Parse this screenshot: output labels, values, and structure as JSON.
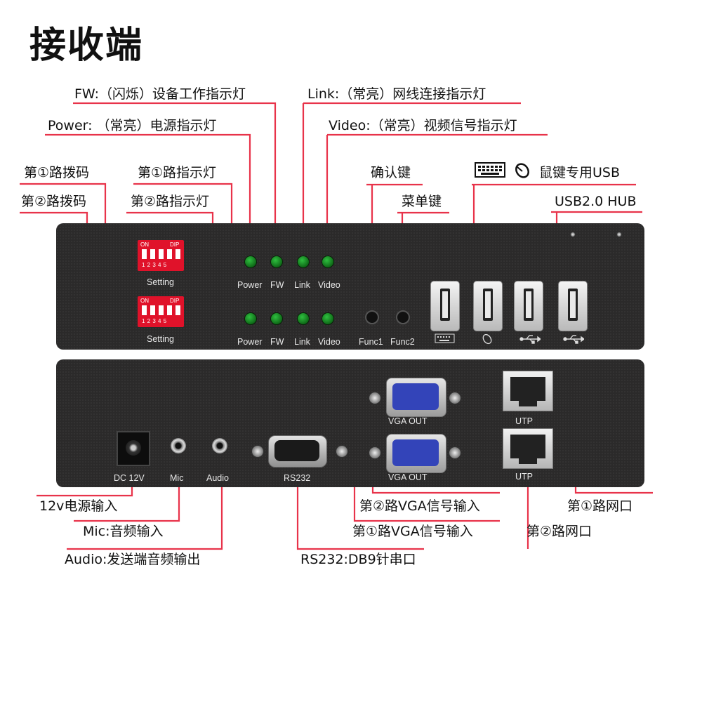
{
  "title": "接收端",
  "top_labels": {
    "fw": "FW:（闪烁）设备工作指示灯",
    "link": "Link:（常亮）网线连接指示灯",
    "power": "Power: （常亮）电源指示灯",
    "video": "Video:（常亮）视频信号指示灯",
    "dip1": "第①路拨码",
    "dip2": "第②路拨码",
    "led1": "第①路指示灯",
    "led2": "第②路指示灯",
    "confirm": "确认键",
    "menu": "菜单键",
    "kbms_usb": "鼠键专用USB",
    "hub": "USB2.0 HUB"
  },
  "front_panel": {
    "dip_on": "ON",
    "dip_dip": "DIP",
    "dip_numbers": "1 2 3 4 5",
    "setting": "Setting",
    "led_power": "Power",
    "led_fw": "FW",
    "led_link": "Link",
    "led_video": "Video",
    "func1": "Func1",
    "func2": "Func2"
  },
  "rear_panel": {
    "dc": "DC 12V",
    "mic": "Mic",
    "audio": "Audio",
    "rs232": "RS232",
    "vga_out": "VGA OUT",
    "utp": "UTP"
  },
  "bottom_labels": {
    "power_in": "12v电源输入",
    "mic_in": "Mic:音频输入",
    "audio_out": "Audio:发送端音频输出",
    "rs232": "RS232:DB9针串口",
    "vga2": "第②路VGA信号输入",
    "vga1": "第①路VGA信号输入",
    "net1": "第①路网口",
    "net2": "第②路网口"
  },
  "colors": {
    "leader_line": "#e8334a",
    "panel": "#2b2a2a",
    "led": "#1a8a2a",
    "dip": "#e0122a",
    "vga": "#3344b9"
  },
  "icons": [
    "keyboard-icon",
    "mouse-icon",
    "usb-icon"
  ]
}
